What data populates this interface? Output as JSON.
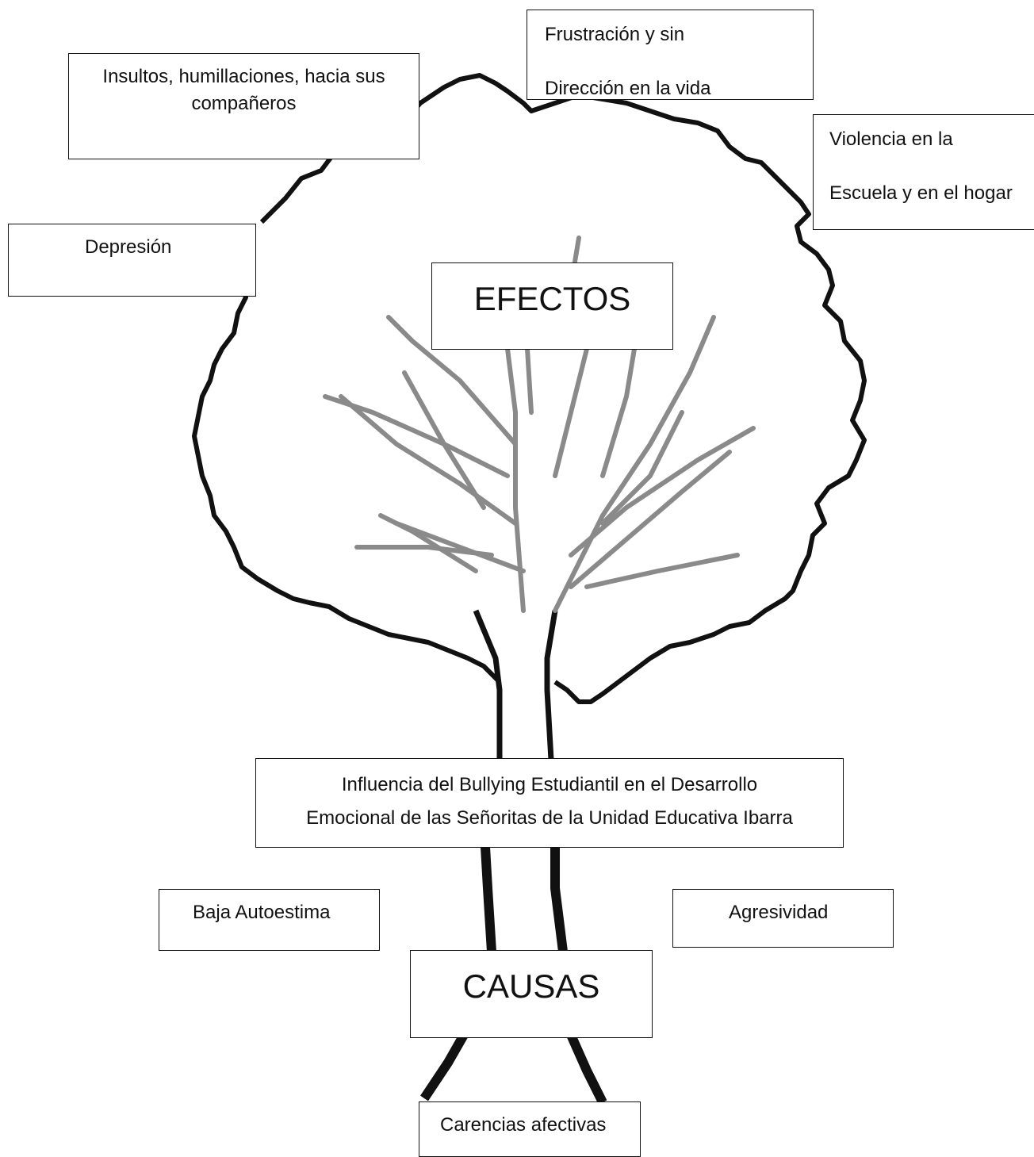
{
  "diagram": {
    "effects_heading": "EFECTOS",
    "causes_heading": "CAUSAS",
    "central_problem": {
      "line1": "Influencia del Bullying Estudiantil en el Desarrollo",
      "line2": "Emocional de las Señoritas de la Unidad Educativa Ibarra"
    },
    "effects": {
      "insultos": {
        "line1": "Insultos, humillaciones, hacia sus",
        "line2": "compañeros"
      },
      "frustracion": {
        "line1": "Frustración y sin",
        "line2": "Dirección en la vida"
      },
      "violencia": {
        "line1": "Violencia en la",
        "line2": "Escuela y en el hogar"
      },
      "depresion": "Depresión"
    },
    "causes": {
      "baja_autoestima": "Baja Autoestima",
      "agresividad": "Agresividad",
      "carencias": "Carencias afectivas"
    }
  },
  "colors": {
    "ink": "#111111",
    "branch": "#8a8a8a",
    "background": "#ffffff"
  }
}
